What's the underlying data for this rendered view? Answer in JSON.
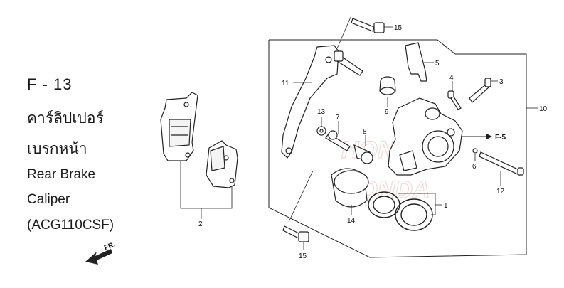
{
  "figure": {
    "code": "F - 13",
    "title_thai_line1": "คาร์ลิปเปอร์",
    "title_thai_line2": "เบรกหน้า",
    "title_en_line1": "Rear Brake",
    "title_en_line2": "Caliper",
    "model": "(ACG110CSF)",
    "front_arrow_label": "FR."
  },
  "callouts": {
    "c1": "1",
    "c2": "2",
    "c3": "3",
    "c4": "4",
    "c5": "5",
    "c6": "6",
    "c7": "7",
    "c8": "8",
    "c9": "9",
    "c10": "10",
    "c11": "11",
    "c12": "12",
    "c13": "13",
    "c14": "14",
    "c15_top": "15",
    "c15_bottom": "15",
    "ref_f5": "F-5"
  },
  "watermark": "HONDA",
  "colors": {
    "line": "#222222",
    "watermark": "#e6c9c9",
    "background": "#ffffff"
  }
}
